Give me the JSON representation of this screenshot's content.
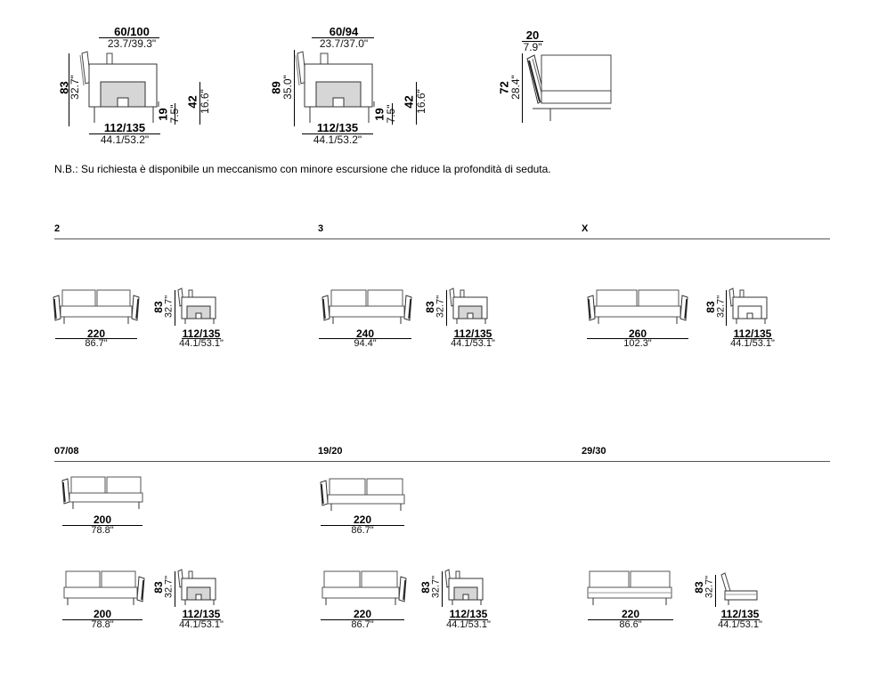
{
  "top": {
    "a": {
      "depth_main": "60/100",
      "depth_sub": "23.7/39.3\"",
      "height_main": "83",
      "height_sub": "32.7\"",
      "seat_main": "42",
      "seat_sub": "16.6\"",
      "leg_main": "19",
      "leg_sub": "7.5\"",
      "width_main": "112/135",
      "width_sub": "44.1/53.2\""
    },
    "b": {
      "depth_main": "60/94",
      "depth_sub": "23.7/37.0\"",
      "height_main": "89",
      "height_sub": "35.0\"",
      "seat_main": "42",
      "seat_sub": "16.6\"",
      "leg_main": "19",
      "leg_sub": "7.5\"",
      "width_main": "112/135",
      "width_sub": "44.1/53.2\""
    },
    "c": {
      "depth_main": "20",
      "depth_sub": "7.9\"",
      "height_main": "72",
      "height_sub": "28.4\""
    }
  },
  "note": "N.B.: Su richiesta è disponibile un meccanismo con minore escursione che riduce la profondità di seduta.",
  "sections": {
    "s2": {
      "title": "2",
      "width_main": "220",
      "width_sub": "86.7\"",
      "height_main": "83",
      "height_sub": "32.7\"",
      "depth_main": "112/135",
      "depth_sub": "44.1/53.1\""
    },
    "s3": {
      "title": "3",
      "width_main": "240",
      "width_sub": "94.4\"",
      "height_main": "83",
      "height_sub": "32.7\"",
      "depth_main": "112/135",
      "depth_sub": "44.1/53.1\""
    },
    "sx": {
      "title": "X",
      "width_main": "260",
      "width_sub": "102.3\"",
      "height_main": "83",
      "height_sub": "32.7\"",
      "depth_main": "112/135",
      "depth_sub": "44.1/53.1\""
    },
    "s0708": {
      "title": "07/08",
      "top_width_main": "200",
      "top_width_sub": "78.8\"",
      "width_main": "200",
      "width_sub": "78.8\"",
      "height_main": "83",
      "height_sub": "32.7\"",
      "depth_main": "112/135",
      "depth_sub": "44.1/53.1\""
    },
    "s1920": {
      "title": "19/20",
      "top_width_main": "220",
      "top_width_sub": "86.7\"",
      "width_main": "220",
      "width_sub": "86.7\"",
      "height_main": "83",
      "height_sub": "32.7\"",
      "depth_main": "112/135",
      "depth_sub": "44.1/53.1\""
    },
    "s2930": {
      "title": "29/30",
      "width_main": "220",
      "width_sub": "86.6\"",
      "height_main": "83",
      "height_sub": "32.7\"",
      "depth_main": "112/135",
      "depth_sub": "44.1/53.1\""
    }
  }
}
